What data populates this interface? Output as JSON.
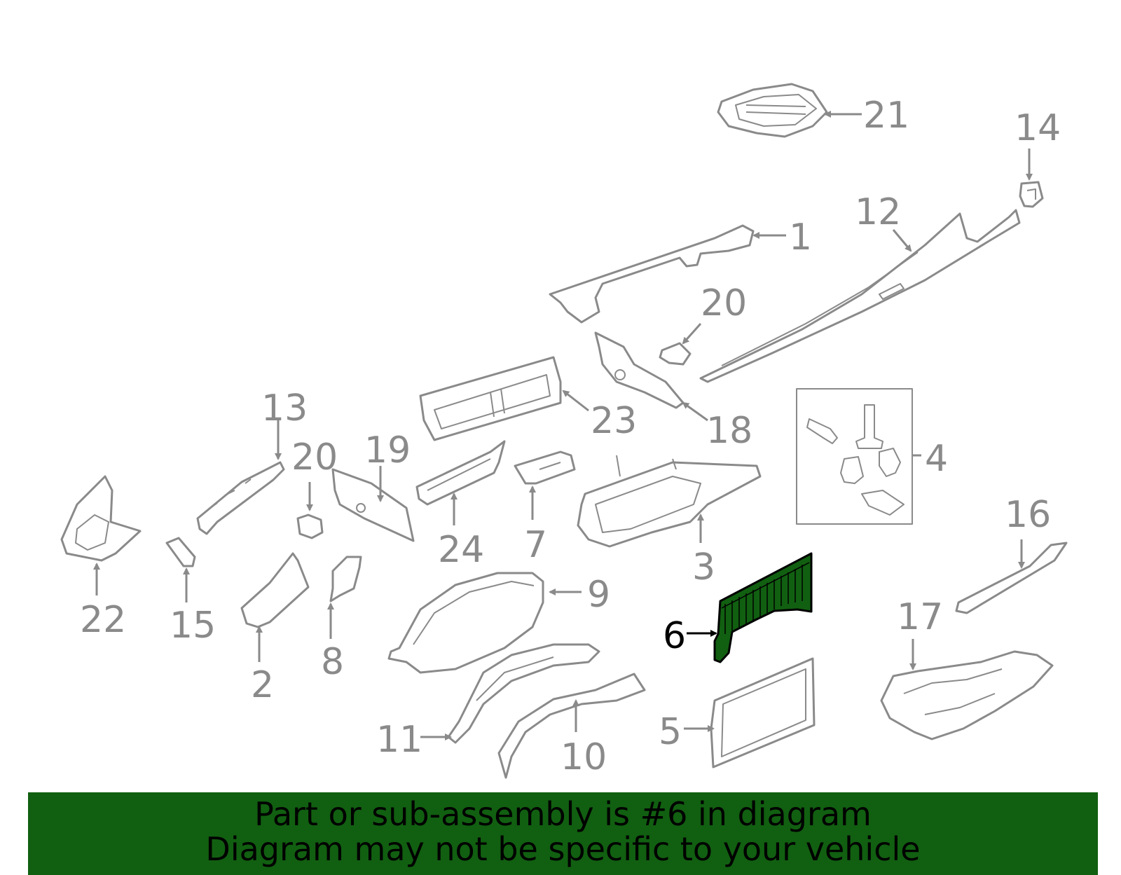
{
  "callouts": {
    "c1": "1",
    "c2": "2",
    "c3": "3",
    "c4": "4",
    "c5": "5",
    "c6": "6",
    "c7": "7",
    "c8": "8",
    "c9": "9",
    "c10": "10",
    "c11": "11",
    "c12": "12",
    "c13": "13",
    "c14": "14",
    "c15": "15",
    "c16": "16",
    "c17": "17",
    "c18": "18",
    "c19": "19",
    "c20a": "20",
    "c20b": "20",
    "c21": "21",
    "c22": "22",
    "c23": "23",
    "c24": "24"
  },
  "highlight_color": "#115f11",
  "caption": {
    "line1": "Part or sub-assembly is #6 in diagram",
    "line2": "Diagram may not be specific to your vehicle"
  }
}
